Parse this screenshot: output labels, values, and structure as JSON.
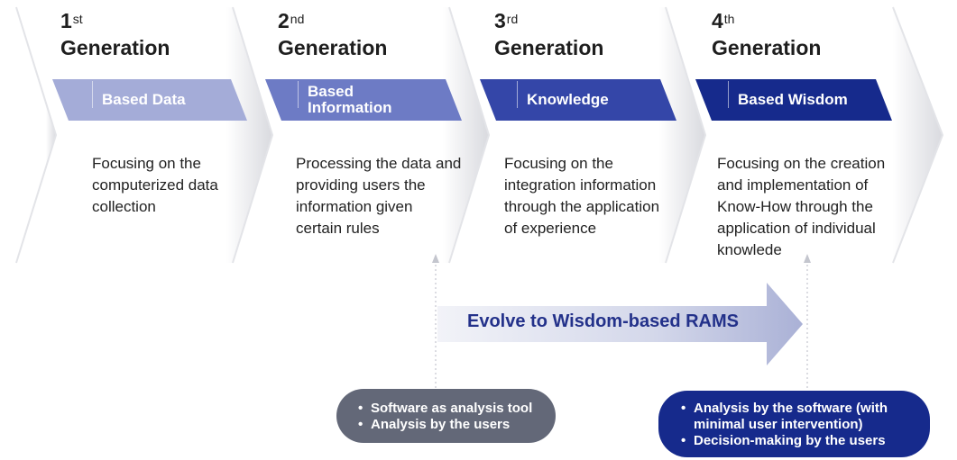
{
  "generations": [
    {
      "num": "1",
      "sup": "st",
      "word": "Generation",
      "band": "Based Data",
      "band_color": "#a4acd8",
      "desc": "Focusing on the computerized data collection"
    },
    {
      "num": "2",
      "sup": "nd",
      "word": "Generation",
      "band": "Based Information",
      "band_color": "#6d7bc5",
      "desc": "Processing the data and providing users the information given certain rules"
    },
    {
      "num": "3",
      "sup": "rd",
      "word": "Generation",
      "band": "Knowledge",
      "band_color": "#3446a8",
      "desc": "Focusing on the integration information through the application of experience"
    },
    {
      "num": "4",
      "sup": "th",
      "word": "Generation",
      "band": "Based Wisdom",
      "band_color": "#162a8c",
      "desc": "Focusing on the creation and implementation of Know-How through the application of individual knowlede"
    }
  ],
  "evolve": {
    "label": "Evolve to Wisdom-based RAMS"
  },
  "notes": {
    "left": {
      "items": [
        "Software as analysis tool",
        "Analysis by the users"
      ],
      "color": "#636878"
    },
    "right": {
      "items": [
        "Analysis by the software (with minimal user intervention)",
        "Decision-making by the users"
      ],
      "color": "#162a8c"
    }
  }
}
